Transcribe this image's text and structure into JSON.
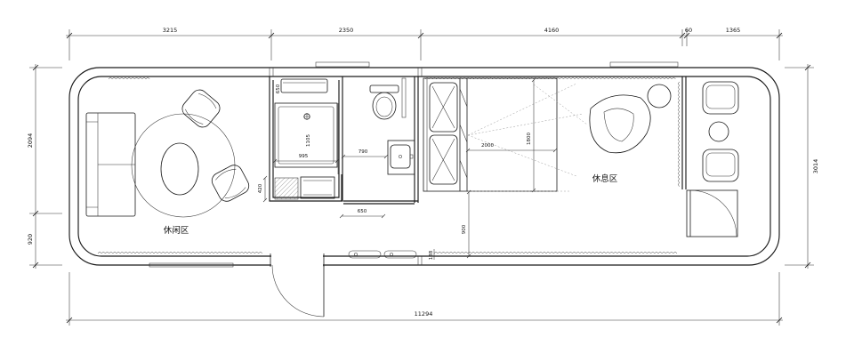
{
  "drawing": {
    "overall": {
      "top_segments": [
        "3215",
        "2350",
        "4160",
        "60",
        "1365"
      ],
      "left_segments": [
        "2094",
        "920"
      ],
      "right_total": "3014",
      "bottom_total": "11294"
    },
    "interior": {
      "rack_depth": "650",
      "shower_depth": "1105",
      "shower_width": "995",
      "aisle_width": "790",
      "floor_drain_depth": "420",
      "passage_width": "650",
      "bed_length": "2000",
      "bed_width": "1800",
      "clearance": "900",
      "gap": "138"
    },
    "zones": {
      "leisure": "休闲区",
      "rest": "休息区"
    }
  },
  "colors": {
    "line": "#1a1a1a",
    "faint": "#9a9a9a",
    "background": "#ffffff"
  }
}
